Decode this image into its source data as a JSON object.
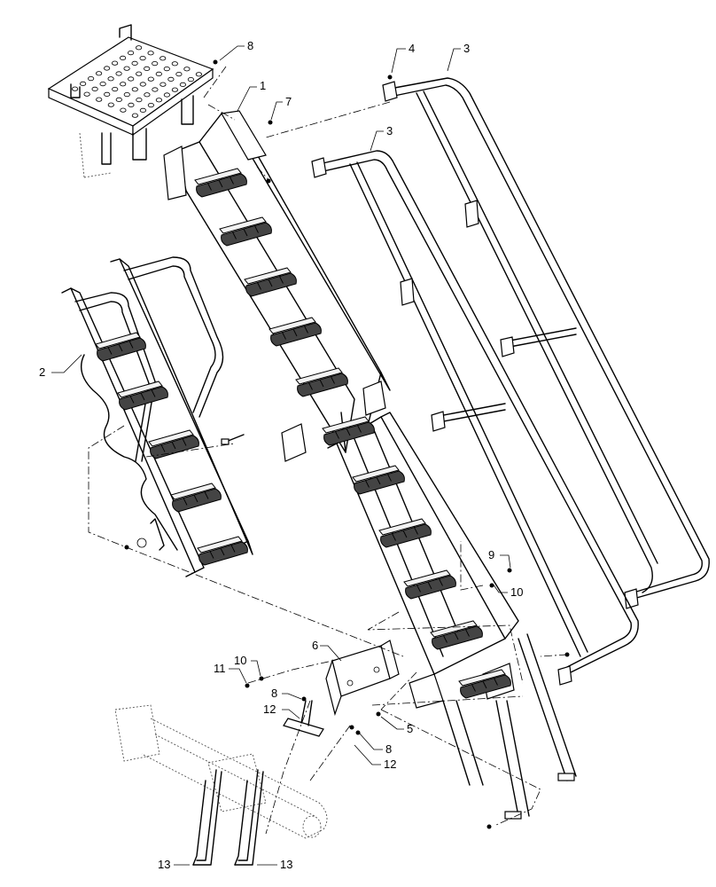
{
  "callouts": [
    {
      "id": "c1",
      "label": "1"
    },
    {
      "id": "c2",
      "label": "2"
    },
    {
      "id": "c3a",
      "label": "3"
    },
    {
      "id": "c3b",
      "label": "3"
    },
    {
      "id": "c4",
      "label": "4"
    },
    {
      "id": "c5",
      "label": "5"
    },
    {
      "id": "c6",
      "label": "6"
    },
    {
      "id": "c7",
      "label": "7"
    },
    {
      "id": "c8a",
      "label": "8"
    },
    {
      "id": "c8b",
      "label": "8"
    },
    {
      "id": "c8c",
      "label": "8"
    },
    {
      "id": "c9",
      "label": "9"
    },
    {
      "id": "c10a",
      "label": "10"
    },
    {
      "id": "c10b",
      "label": "10"
    },
    {
      "id": "c11",
      "label": "11"
    },
    {
      "id": "c12a",
      "label": "12"
    },
    {
      "id": "c12b",
      "label": "12"
    },
    {
      "id": "c13a",
      "label": "13"
    },
    {
      "id": "c13b",
      "label": "13"
    }
  ]
}
